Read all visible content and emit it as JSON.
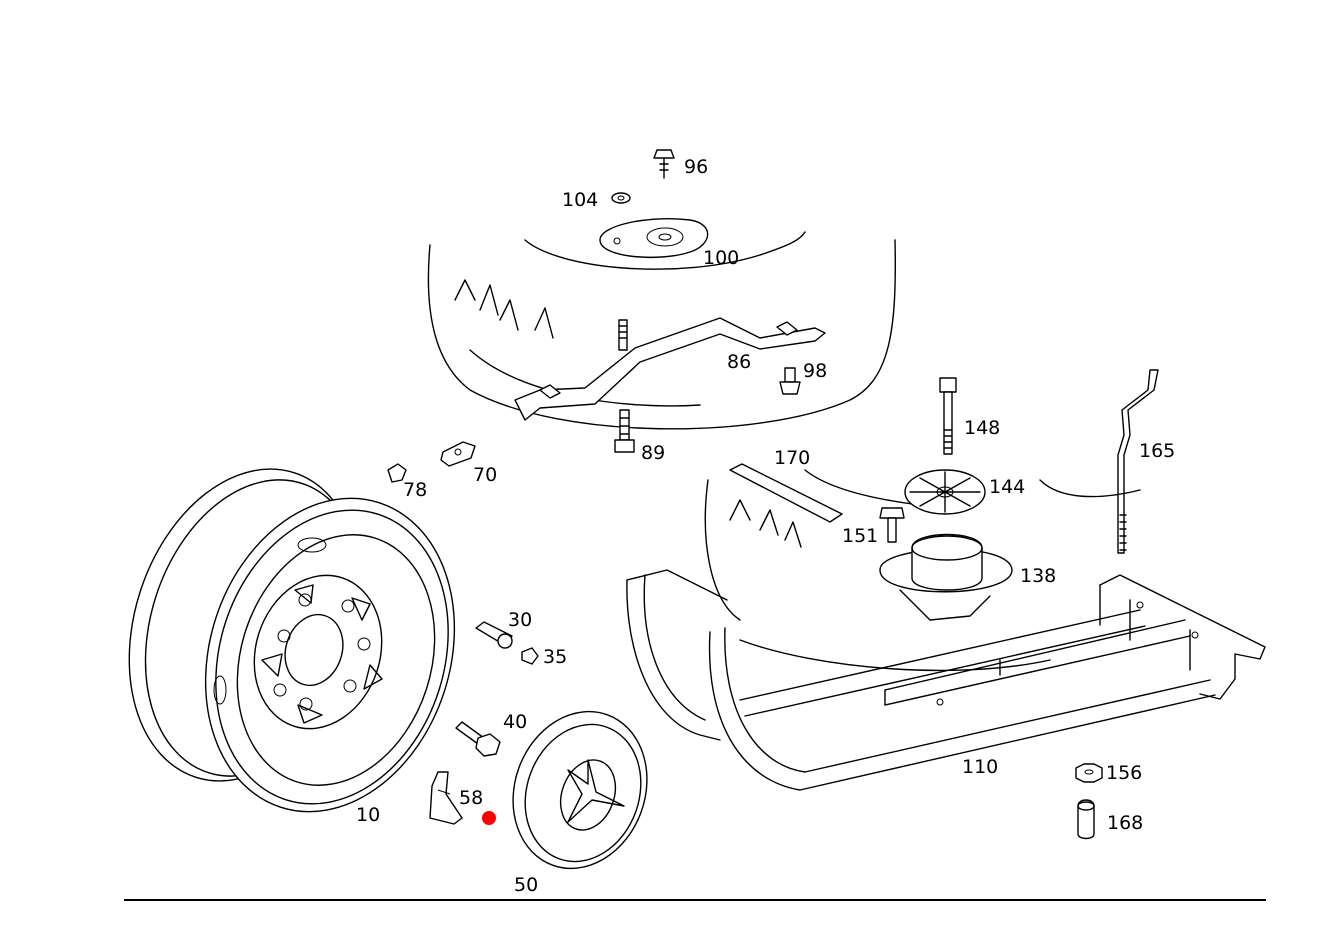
{
  "labels": {
    "p96": "96",
    "p104": "104",
    "p100": "100",
    "p86": "86",
    "p98": "98",
    "p89": "89",
    "p70": "70",
    "p78": "78",
    "p170": "170",
    "p148": "148",
    "p165": "165",
    "p144": "144",
    "p151": "151",
    "p138": "138",
    "p30": "30",
    "p35": "35",
    "p40": "40",
    "p58": "58",
    "p10": "10",
    "p50": "50",
    "p110": "110",
    "p156": "156",
    "p168": "168"
  },
  "colors": {
    "line": "#000000",
    "background": "#ffffff",
    "marker": "#ff0000"
  }
}
